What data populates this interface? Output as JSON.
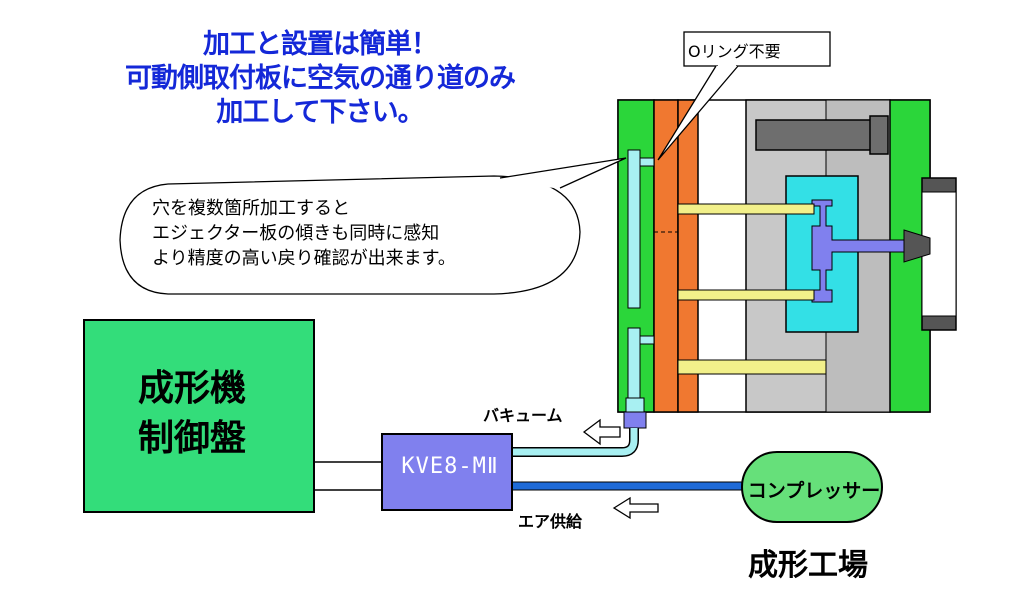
{
  "headline": {
    "line1": "加工と設置は簡単！",
    "line2": "可動側取付板に空気の通り道のみ",
    "line3": "加工して下さい。"
  },
  "callouts": {
    "oring": "Oリング不要",
    "note_line1": "穴を複数箇所加工すると",
    "note_line2": "エジェクター板の傾きも同時に感知",
    "note_line3": "より精度の高い戻り確認が出来ます。"
  },
  "controller": {
    "line1": "成形機",
    "line2": "制御盤"
  },
  "device": {
    "label": "KVE8-MⅡ"
  },
  "compressor": {
    "label": "コンプレッサー"
  },
  "flows": {
    "vacuum": "バキューム",
    "air_supply": "エア供給"
  },
  "factory": "成形工場",
  "colors": {
    "green": "#2bd63a",
    "orange": "#f07830",
    "cyan": "#33e0e6",
    "light_cyan": "#a8f0f2",
    "device_purple": "#8080ee",
    "controller_green": "#33dd7a",
    "compressor_green": "#66e07a",
    "air_blue": "#1e6ad8",
    "pin_yellow": "#f2f08a",
    "gray": "#c8c8c8",
    "dark_gray": "#555555"
  }
}
